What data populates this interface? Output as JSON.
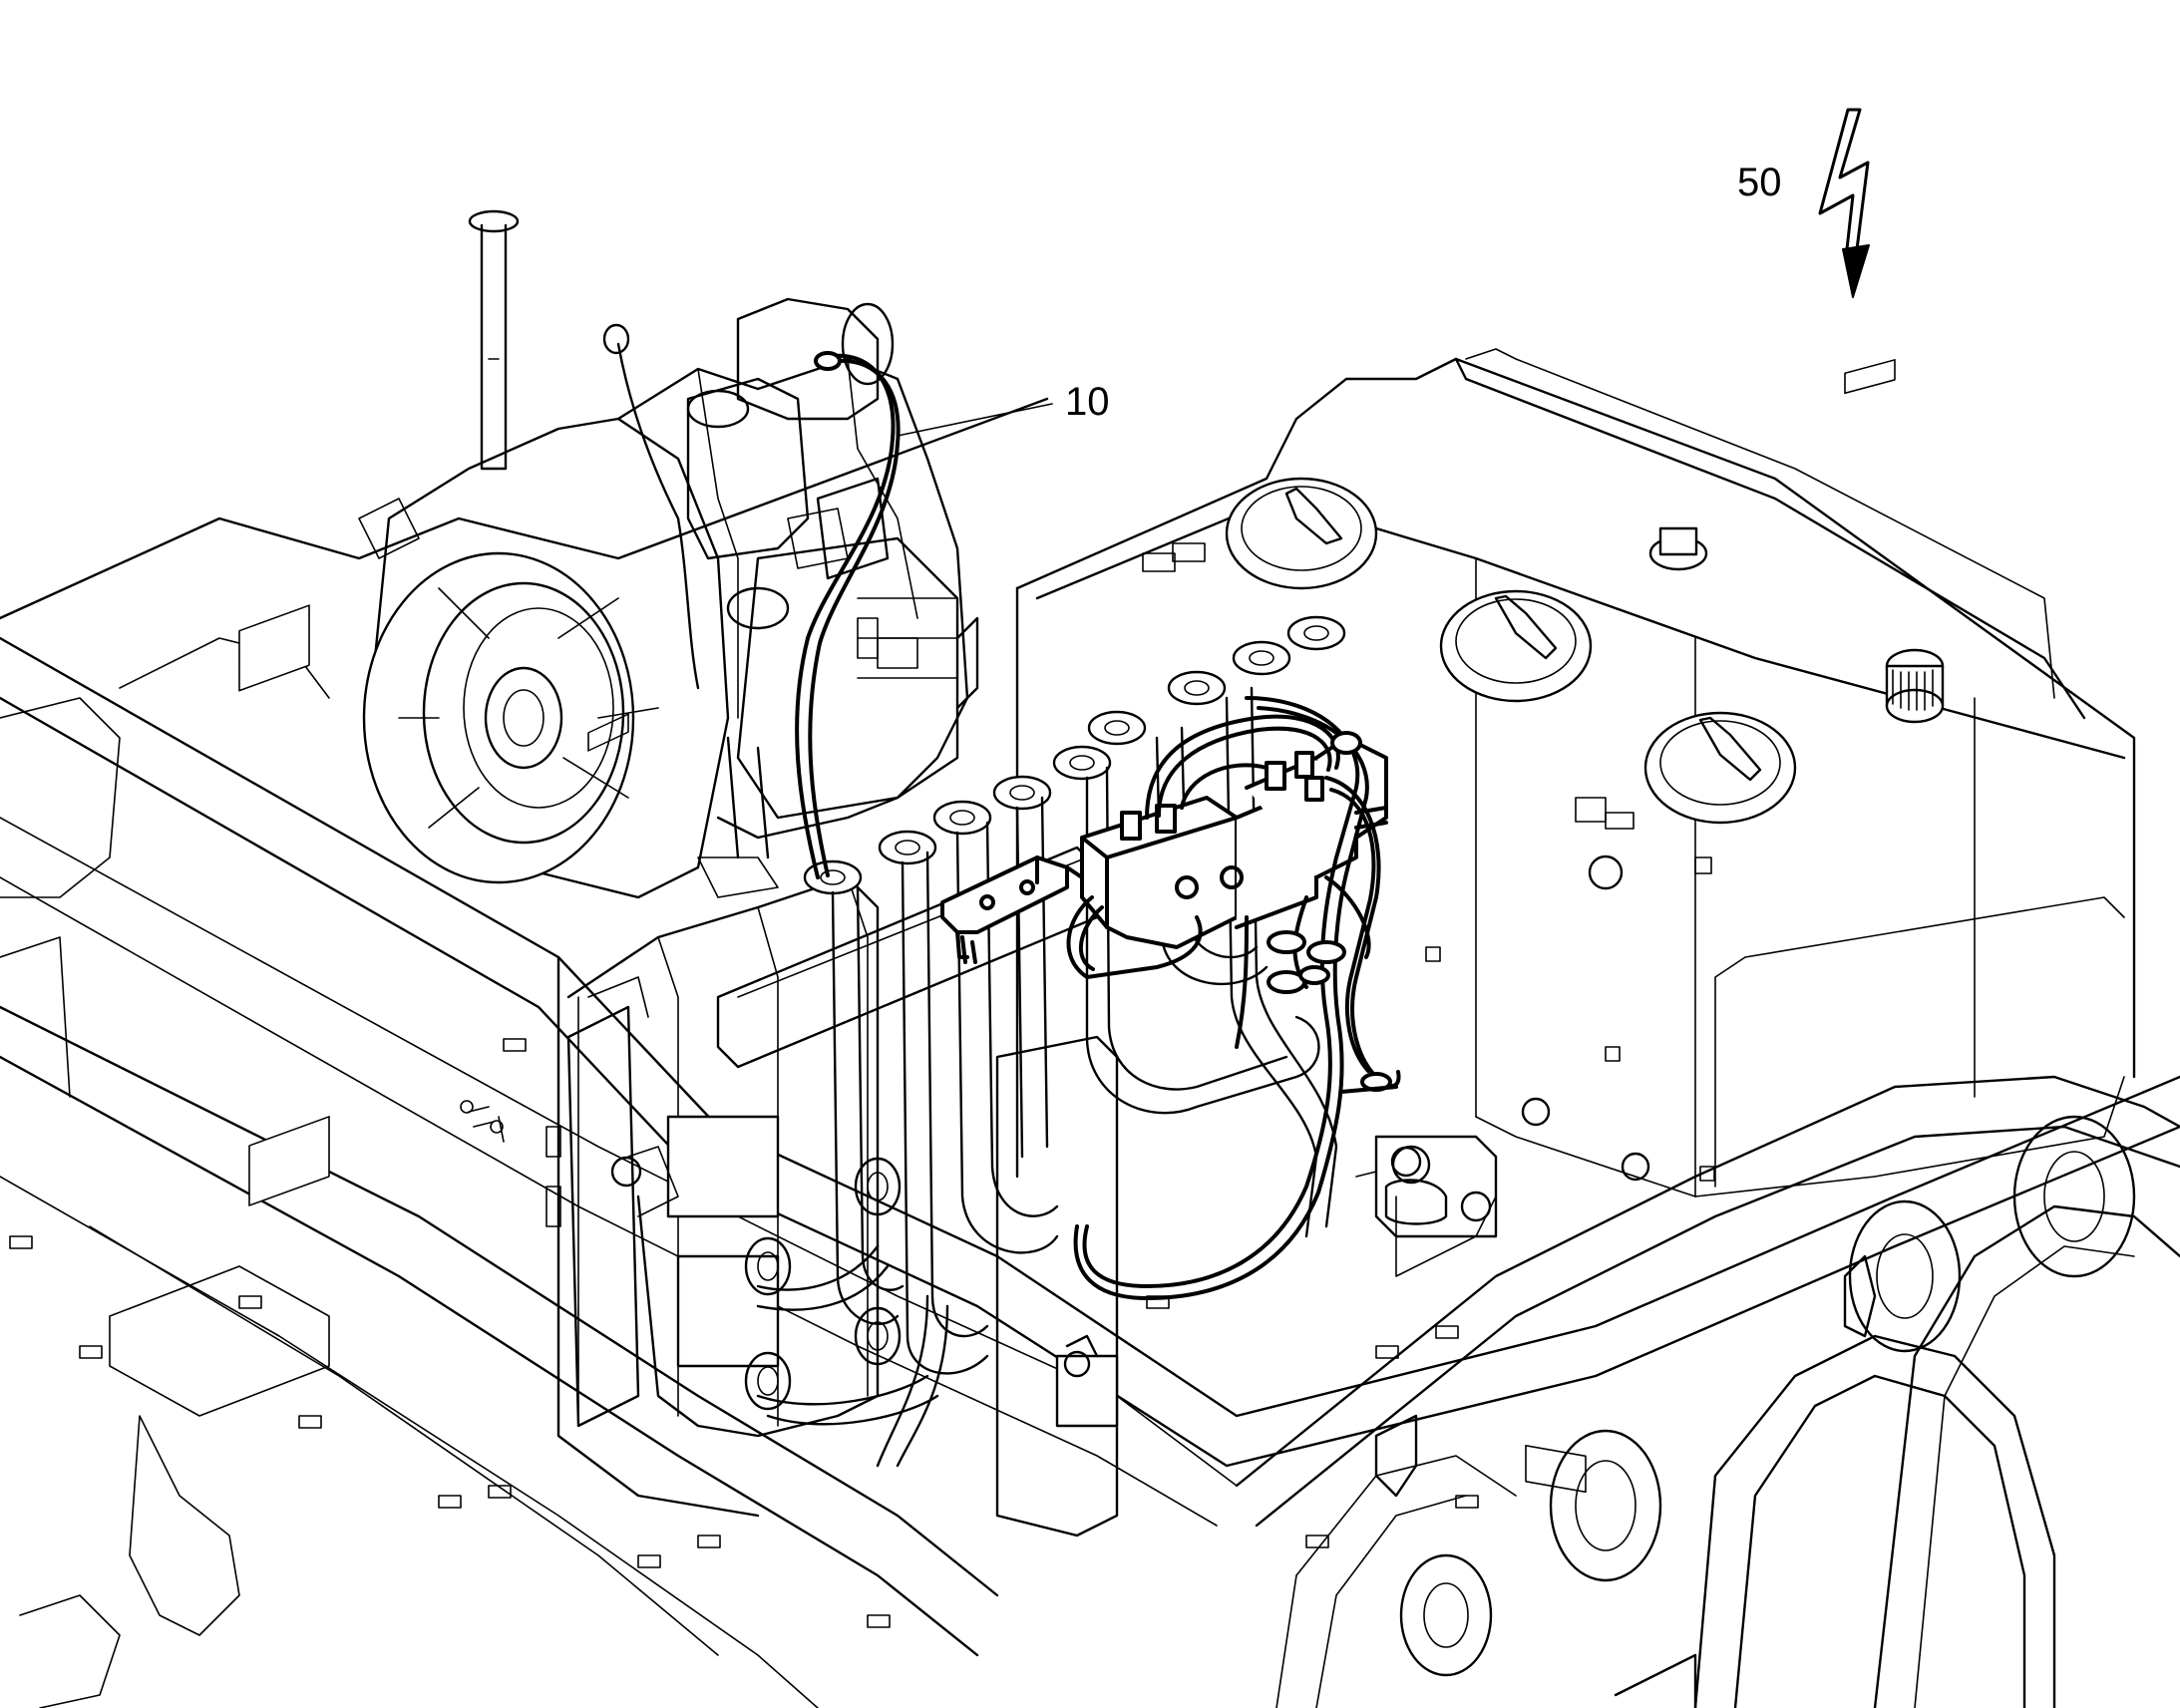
{
  "callouts": [
    {
      "id": "hose",
      "label": "10"
    },
    {
      "id": "electrical",
      "label": "50"
    }
  ],
  "icons": {
    "electrical_symbol": "lightning-bolt-arrow-icon"
  },
  "colors": {
    "line": "#000000",
    "background": "#ffffff"
  }
}
